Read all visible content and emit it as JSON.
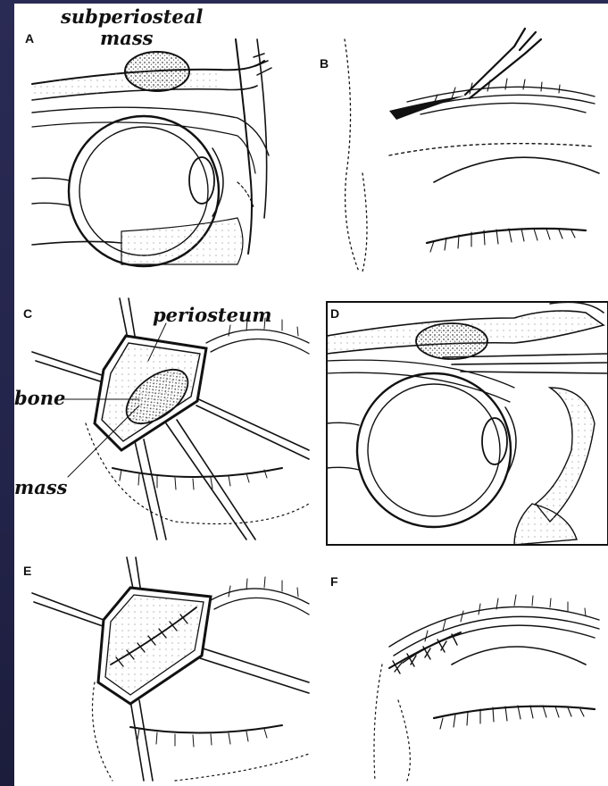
{
  "panels": {
    "A": {
      "letter": "A",
      "label_line1": "subperiosteal",
      "label_line2": "mass"
    },
    "B": {
      "letter": "B"
    },
    "C": {
      "letter": "C",
      "label_periosteum": "periosteum",
      "label_bone": "bone",
      "label_mass": "mass"
    },
    "D": {
      "letter": "D"
    },
    "E": {
      "letter": "E"
    },
    "F": {
      "letter": "F"
    }
  },
  "colors": {
    "background": "#25264e",
    "paper": "#ffffff",
    "ink": "#111111",
    "stipple": "#555555"
  }
}
